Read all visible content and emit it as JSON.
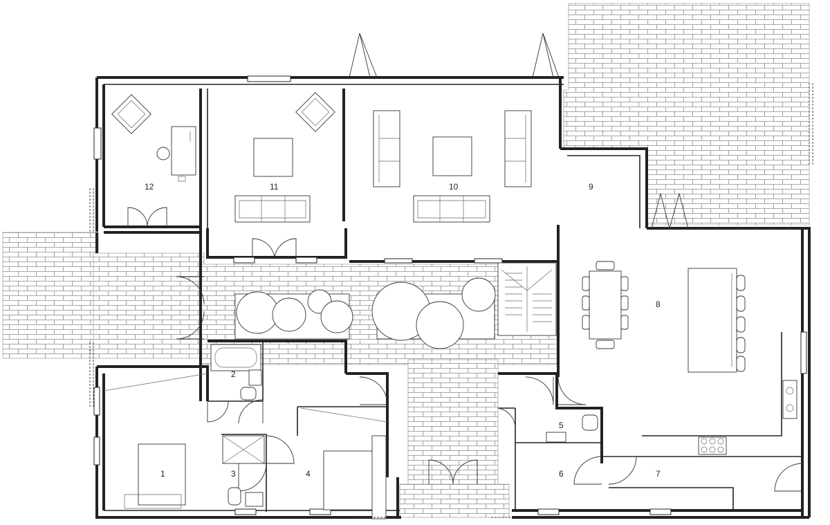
{
  "rooms": [
    {
      "id": "1",
      "label": "1"
    },
    {
      "id": "2",
      "label": "2"
    },
    {
      "id": "3",
      "label": "3"
    },
    {
      "id": "4",
      "label": "4"
    },
    {
      "id": "5",
      "label": "5"
    },
    {
      "id": "6",
      "label": "6"
    },
    {
      "id": "7",
      "label": "7"
    },
    {
      "id": "8",
      "label": "8"
    },
    {
      "id": "9",
      "label": "9"
    },
    {
      "id": "10",
      "label": "10"
    },
    {
      "id": "11",
      "label": "11"
    },
    {
      "id": "12",
      "label": "12"
    }
  ],
  "colors": {
    "wall": "#222222",
    "line": "#333333",
    "paving": "#888888",
    "background": "#ffffff"
  }
}
